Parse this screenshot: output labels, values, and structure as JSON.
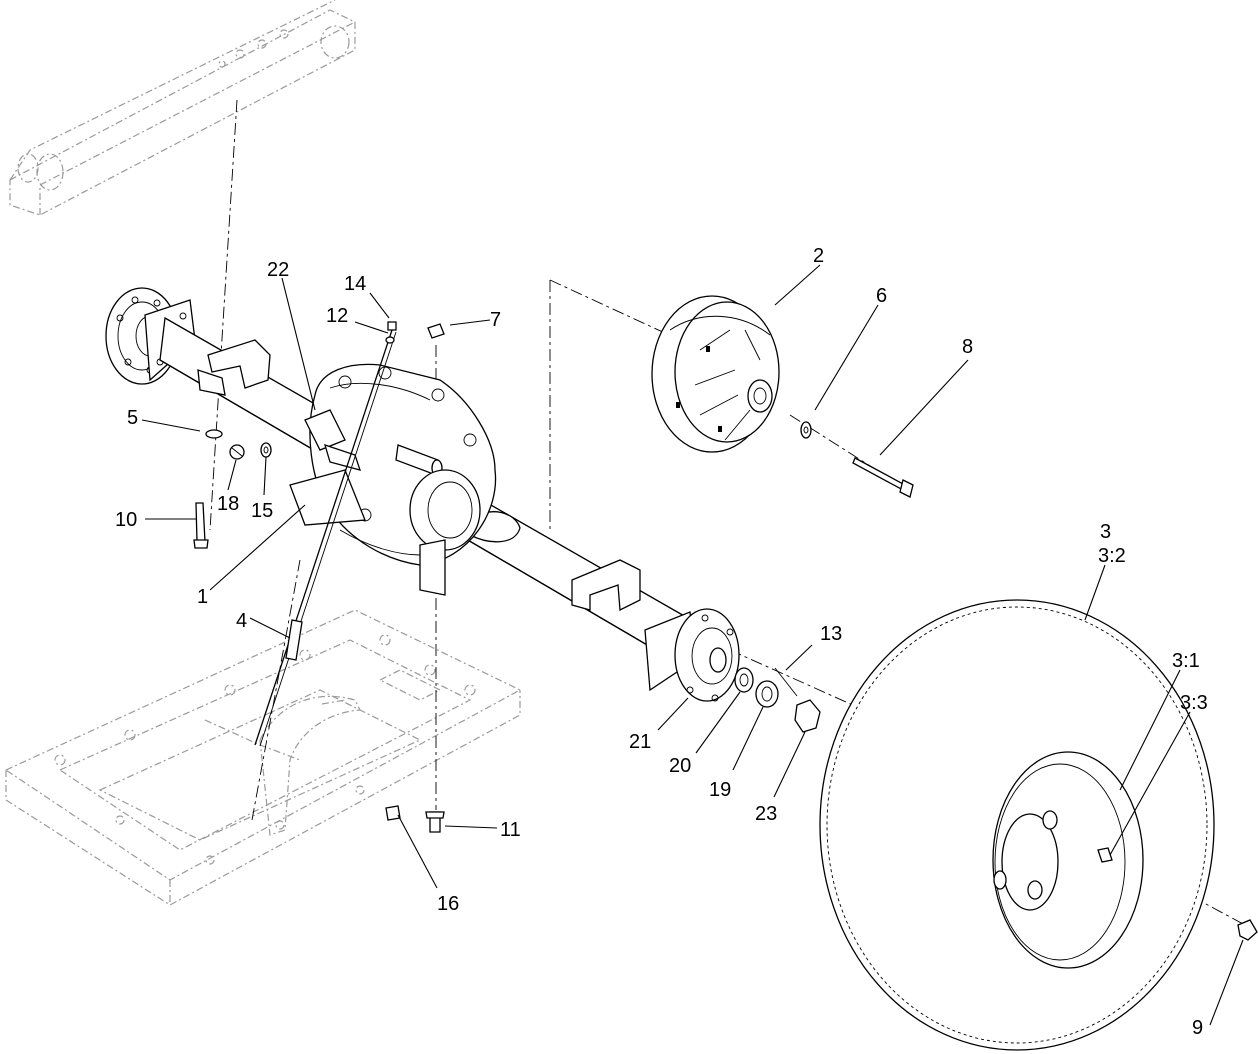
{
  "callouts": {
    "c1": "1",
    "c2": "2",
    "c3": "3",
    "c3_2": "3:2",
    "c3_1": "3:1",
    "c3_3": "3:3",
    "c4": "4",
    "c5": "5",
    "c6": "6",
    "c7": "7",
    "c8": "8",
    "c9": "9",
    "c10": "10",
    "c11": "11",
    "c12": "12",
    "c13": "13",
    "c14": "14",
    "c15": "15",
    "c16": "16",
    "c18": "18",
    "c19": "19",
    "c20": "20",
    "c21": "21",
    "c22": "22",
    "c23": "23"
  }
}
